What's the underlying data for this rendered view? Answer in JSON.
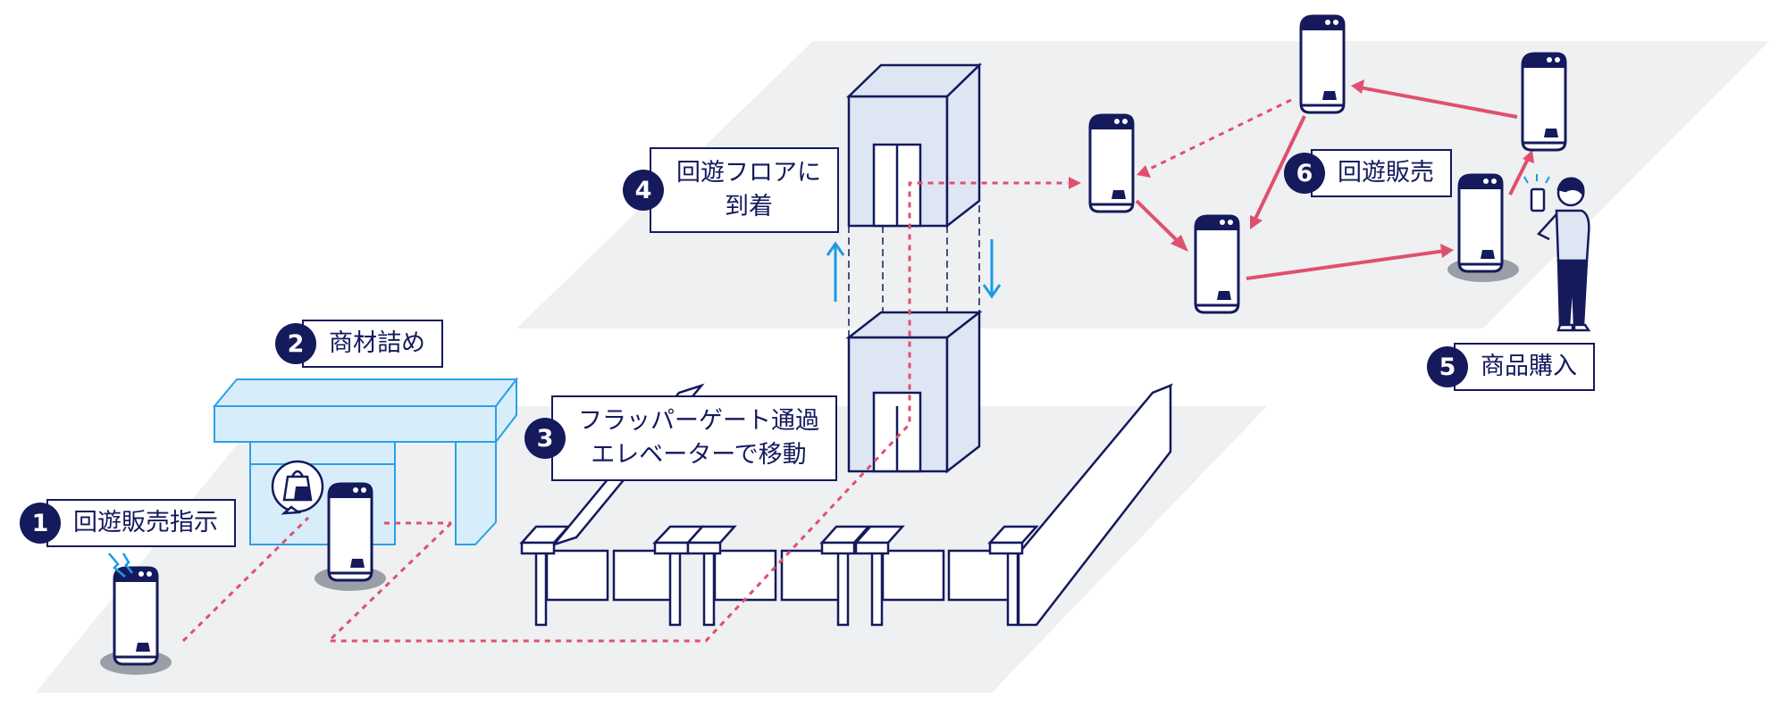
{
  "colors": {
    "navy": "#141a5c",
    "floor": "#eef0f2",
    "route": "#e0506e",
    "elevator_fill": "#dfe6f3",
    "kiosk_fill": "#d7eefa",
    "kiosk_stroke": "#2aa0e6",
    "up_arrow": "#1a9be6",
    "robot_shadow": "#9a9ea6"
  },
  "steps": [
    {
      "num": "1",
      "text": "回遊販売指示"
    },
    {
      "num": "2",
      "text": "商材詰め"
    },
    {
      "num": "3",
      "line1": "フラッパーゲート通過",
      "line2": "エレベーターで移動"
    },
    {
      "num": "4",
      "line1": "回遊フロアに",
      "line2": "到着"
    },
    {
      "num": "5",
      "text": "商品購入"
    },
    {
      "num": "6",
      "text": "回遊販売"
    }
  ],
  "icons": [
    "robot-icon",
    "signal-icon",
    "bag-bubble-icon",
    "customer-with-smartphone-icon",
    "up-arrow-icon",
    "down-arrow-icon"
  ]
}
